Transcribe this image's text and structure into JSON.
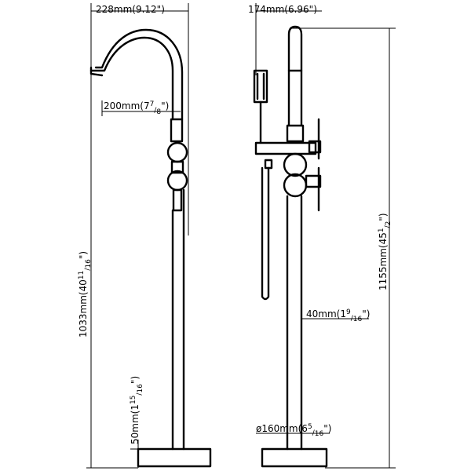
{
  "drawing": {
    "front_view": {
      "spout_reach": "228mm(9.12\")",
      "handle_height": "200mm(7",
      "handle_height_frac_num": "7",
      "handle_height_frac_den": "8",
      "handle_height_end": "\")",
      "total_height": "1033mm(40",
      "total_height_frac_num": "11",
      "total_height_frac_den": "16",
      "total_height_end": "\")",
      "base_height": "50mm(1",
      "base_height_frac_num": "15",
      "base_height_frac_den": "16",
      "base_height_end": "\")"
    },
    "side_view": {
      "handshower_offset": "174mm(6.96\")",
      "overall_height": "1155mm(45",
      "overall_height_frac_num": "1",
      "overall_height_frac_den": "2",
      "overall_height_end": "\")",
      "pipe_diameter": "40mm(1",
      "pipe_diameter_frac_num": "9",
      "pipe_diameter_frac_den": "16",
      "pipe_diameter_end": "\")",
      "base_diameter": "ø160mm(6",
      "base_diameter_frac_num": "5",
      "base_diameter_frac_den": "16",
      "base_diameter_end": "\")"
    }
  }
}
